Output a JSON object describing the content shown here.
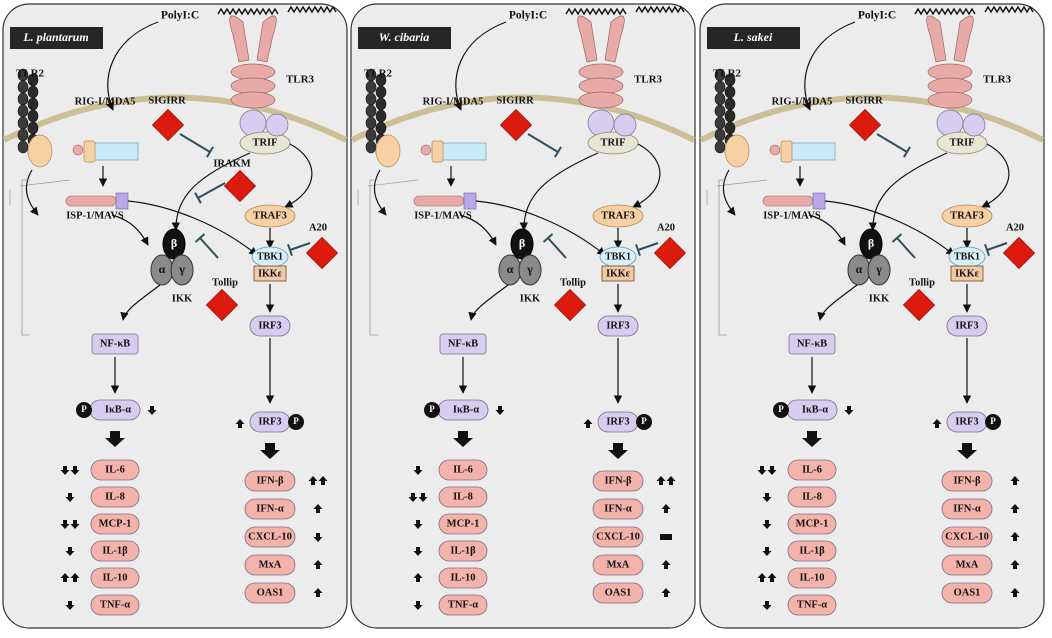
{
  "panels": [
    {
      "bacterium": "L. plantarum",
      "has_irakm": true,
      "irf3_arrow": "up",
      "ikba_arrow": "down",
      "left_outputs": [
        {
          "label": "IL-6",
          "arrow": "down2"
        },
        {
          "label": "IL-8",
          "arrow": "down"
        },
        {
          "label": "MCP-1",
          "arrow": "down2"
        },
        {
          "label": "IL-1β",
          "arrow": "down"
        },
        {
          "label": "IL-10",
          "arrow": "up2"
        },
        {
          "label": "TNF-α",
          "arrow": "down"
        }
      ],
      "right_outputs": [
        {
          "label": "IFN-β",
          "arrow": "up2"
        },
        {
          "label": "IFN-α",
          "arrow": "up"
        },
        {
          "label": "CXCL-10",
          "arrow": "down"
        },
        {
          "label": "MxA",
          "arrow": "up"
        },
        {
          "label": "OAS1",
          "arrow": "up"
        }
      ]
    },
    {
      "bacterium": "W. cibaria",
      "has_irakm": false,
      "irf3_arrow": "up",
      "ikba_arrow": "down",
      "left_outputs": [
        {
          "label": "IL-6",
          "arrow": "down"
        },
        {
          "label": "IL-8",
          "arrow": "down2"
        },
        {
          "label": "MCP-1",
          "arrow": "down"
        },
        {
          "label": "IL-1β",
          "arrow": "down"
        },
        {
          "label": "IL-10",
          "arrow": "up"
        },
        {
          "label": "TNF-α",
          "arrow": "down"
        }
      ],
      "right_outputs": [
        {
          "label": "IFN-β",
          "arrow": "up2"
        },
        {
          "label": "IFN-α",
          "arrow": "up"
        },
        {
          "label": "CXCL-10",
          "arrow": "dash"
        },
        {
          "label": "MxA",
          "arrow": "up"
        },
        {
          "label": "OAS1",
          "arrow": "up"
        }
      ]
    },
    {
      "bacterium": "L. sakei",
      "has_irakm": false,
      "irf3_arrow": "up",
      "ikba_arrow": "down",
      "left_outputs": [
        {
          "label": "IL-6",
          "arrow": "down2"
        },
        {
          "label": "IL-8",
          "arrow": "down"
        },
        {
          "label": "MCP-1",
          "arrow": "down"
        },
        {
          "label": "IL-1β",
          "arrow": "down"
        },
        {
          "label": "IL-10",
          "arrow": "up2"
        },
        {
          "label": "TNF-α",
          "arrow": "down"
        }
      ],
      "right_outputs": [
        {
          "label": "IFN-β",
          "arrow": "up"
        },
        {
          "label": "IFN-α",
          "arrow": "up"
        },
        {
          "label": "CXCL-10",
          "arrow": "up"
        },
        {
          "label": "MxA",
          "arrow": "up"
        },
        {
          "label": "OAS1",
          "arrow": "up"
        }
      ]
    }
  ],
  "labels": {
    "ligand": "PolyI:C",
    "tlr2": "TLR2",
    "tlr3": "TLR3",
    "rig": "RIG-I/MDA5",
    "sigirr": "SIGIRR",
    "trif": "TRIF",
    "irakm": "IRAKM",
    "mavs": "ISP-1/MAVS",
    "traf3": "TRAF3",
    "a20": "A20",
    "beta": "β",
    "alpha": "α",
    "gamma": "γ",
    "ikk": "IKK",
    "tollip": "Tollip",
    "tbk1": "TBK1",
    "ikke": "IKKε",
    "nfkb": "NF-κB",
    "irf3": "IRF3",
    "ikba": "IκB-α",
    "p": "P"
  },
  "colors": {
    "panel_fill": "#ececec",
    "membrane": "#cdbf95",
    "inhibitor": "#dd1a0e",
    "pill_red": "#f4b3aa",
    "pill_purple": "#d6cdf0",
    "traf3": "#f7d0a4",
    "ikk_beta": "#111111",
    "ikk_ag": "#8a8a8a",
    "tbk1": "#d8eefa",
    "ikke": "#f0c9a5",
    "trif": "#e7e5d4",
    "tlr3": "#e8aaa6",
    "title_bg": "#262626"
  }
}
